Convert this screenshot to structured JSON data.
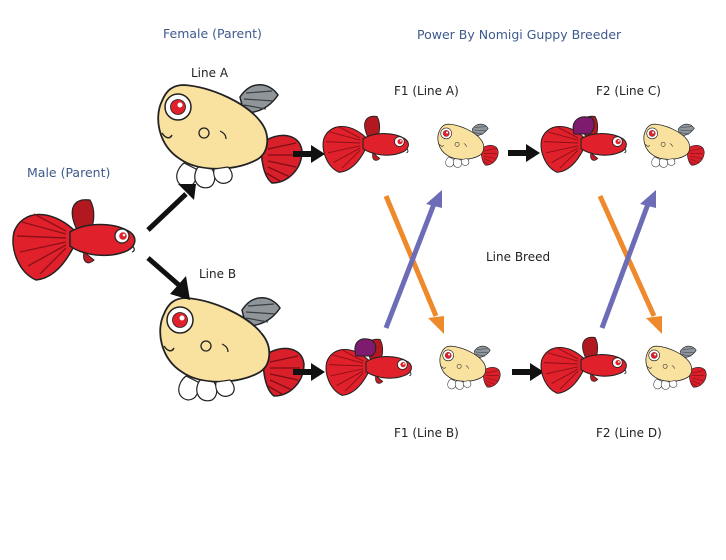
{
  "labels": {
    "female_parent": "Female (Parent)",
    "brand": "Power By Nomigi Guppy Breeder",
    "male_parent": "Male (Parent)",
    "line_a": "Line A",
    "line_b": "Line B",
    "f1_line_a": "F1 (Line A)",
    "f1_line_b": "F1 (Line B)",
    "f2_line_c": "F2 (Line C)",
    "f2_line_d": "F2 (Line D)",
    "line_breed": "Line Breed"
  },
  "colors": {
    "label_blue": "#3e5a8c",
    "male_red": "#e0212b",
    "male_red_dark": "#a9141c",
    "female_body": "#f9e2a0",
    "female_fin_red": "#d81f2a",
    "female_fin_gray": "#8e969c",
    "cross_orange": "#ef8a2c",
    "cross_purple": "#6d6cb6",
    "arrow_black": "#111111",
    "male_dorsal_purple": "#7e1b6e"
  },
  "icons": {
    "male_parent": "male-guppy-icon",
    "female_line_a": "female-guppy-icon",
    "female_line_b": "female-guppy-icon"
  }
}
